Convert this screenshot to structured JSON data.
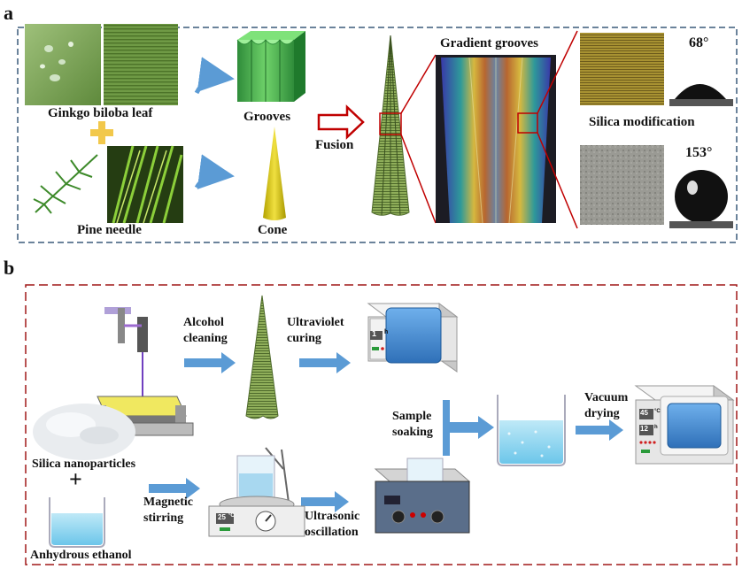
{
  "panel_a": {
    "letter": "a",
    "ginkgo_label": "Ginkgo biloba leaf",
    "pine_label": "Pine needle",
    "grooves_label": "Grooves",
    "cone_label": "Cone",
    "fusion_label": "Fusion",
    "gradient_label": "Gradient grooves",
    "angle_before": "68°",
    "silica_label": "Silica modification",
    "angle_after": "153°"
  },
  "panel_b": {
    "letter": "b",
    "alcohol_line1": "Alcohol",
    "alcohol_line2": "cleaning",
    "uv_line1": "Ultraviolet",
    "uv_line2": "curing",
    "oven1_time": "1",
    "oven1_unit": "h",
    "sample_line1": "Sample",
    "sample_line2": "soaking",
    "vacuum_line1": "Vacuum",
    "vacuum_line2": "drying",
    "oven2_temp": "45",
    "oven2_temp_unit": "°C",
    "oven2_time": "12",
    "oven2_time_unit": "h",
    "silica_np": "Silica nanoparticles",
    "plus": "+",
    "ethanol": "Anhydrous ethanol",
    "magnetic_line1": "Magnetic",
    "magnetic_line2": "stirring",
    "stirrer_display": "25",
    "stirrer_unit": "°C",
    "ultrasonic_line1": "Ultrasonic",
    "ultrasonic_line2": "oscillation"
  },
  "colors": {
    "panel_a_border": "#3a5a7a",
    "panel_b_border": "#a01818",
    "arrow_blue": "#5b9bd5",
    "fusion_arrow": "#c00000",
    "groove_green": "#3cb54a",
    "cone_yellow": "#d4c300"
  }
}
